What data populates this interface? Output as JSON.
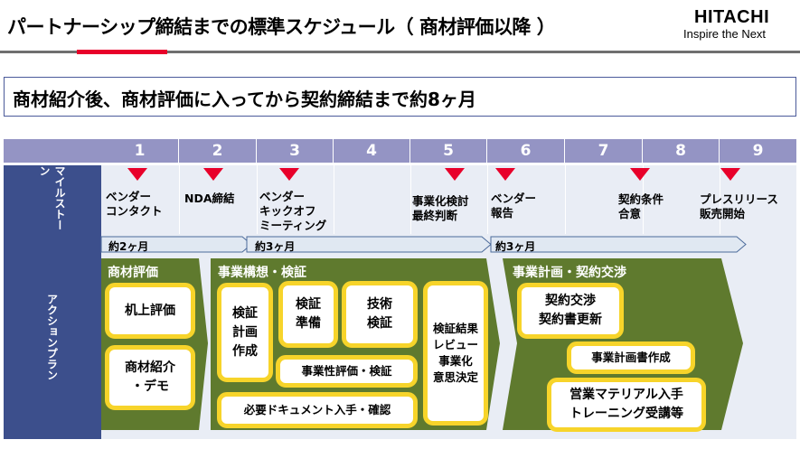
{
  "header": {
    "title": "パートナーシップ締結までの標準スケジュール（ 商材評価以降 ）",
    "brand": "HITACHI",
    "tagline": "Inspire the Next"
  },
  "summary": "商材紹介後、商材評価に入ってから契約締結まで約8ヶ月",
  "months": [
    "1",
    "2",
    "3",
    "4",
    "5",
    "6",
    "7",
    "8",
    "9"
  ],
  "milestones": {
    "label": "マイルストーン",
    "items": [
      "ベンダー\nコンタクト",
      "NDA締結",
      "ベンダー\nキックオフ\nミーティング",
      "事業化検討\n最終判断",
      "ベンダー\n報告",
      "契約条件\n合意",
      "プレスリリース\n販売開始"
    ]
  },
  "actions": {
    "label": "アクションプラン",
    "durations": [
      "約2ヶ月",
      "約3ヶ月",
      "約3ヶ月"
    ],
    "phases": [
      {
        "title": "商材評価",
        "boxes": [
          "机上評価",
          "商材紹介\n・デモ"
        ]
      },
      {
        "title": "事業構想・検証",
        "boxes": [
          "検証\n計画\n作成",
          "検証\n準備",
          "技術\n検証",
          "検証結果\nレビュー\n事業化\n意思決定",
          "事業性評価・検証",
          "必要ドキュメント入手・確認"
        ]
      },
      {
        "title": "事業計画・契約交渉",
        "boxes": [
          "契約交渉\n契約書更新",
          "事業計画書作成",
          "営業マテリアル入手\nトレーニング受講等"
        ]
      }
    ]
  },
  "colors": {
    "brand_red": "#e8002a",
    "month_header": "#9494c4",
    "band_label": "#3c4f8c",
    "phase_green": "#5f7a2e",
    "arrow_fill": "#e0e8f2",
    "box_border": "#f7d42a"
  }
}
